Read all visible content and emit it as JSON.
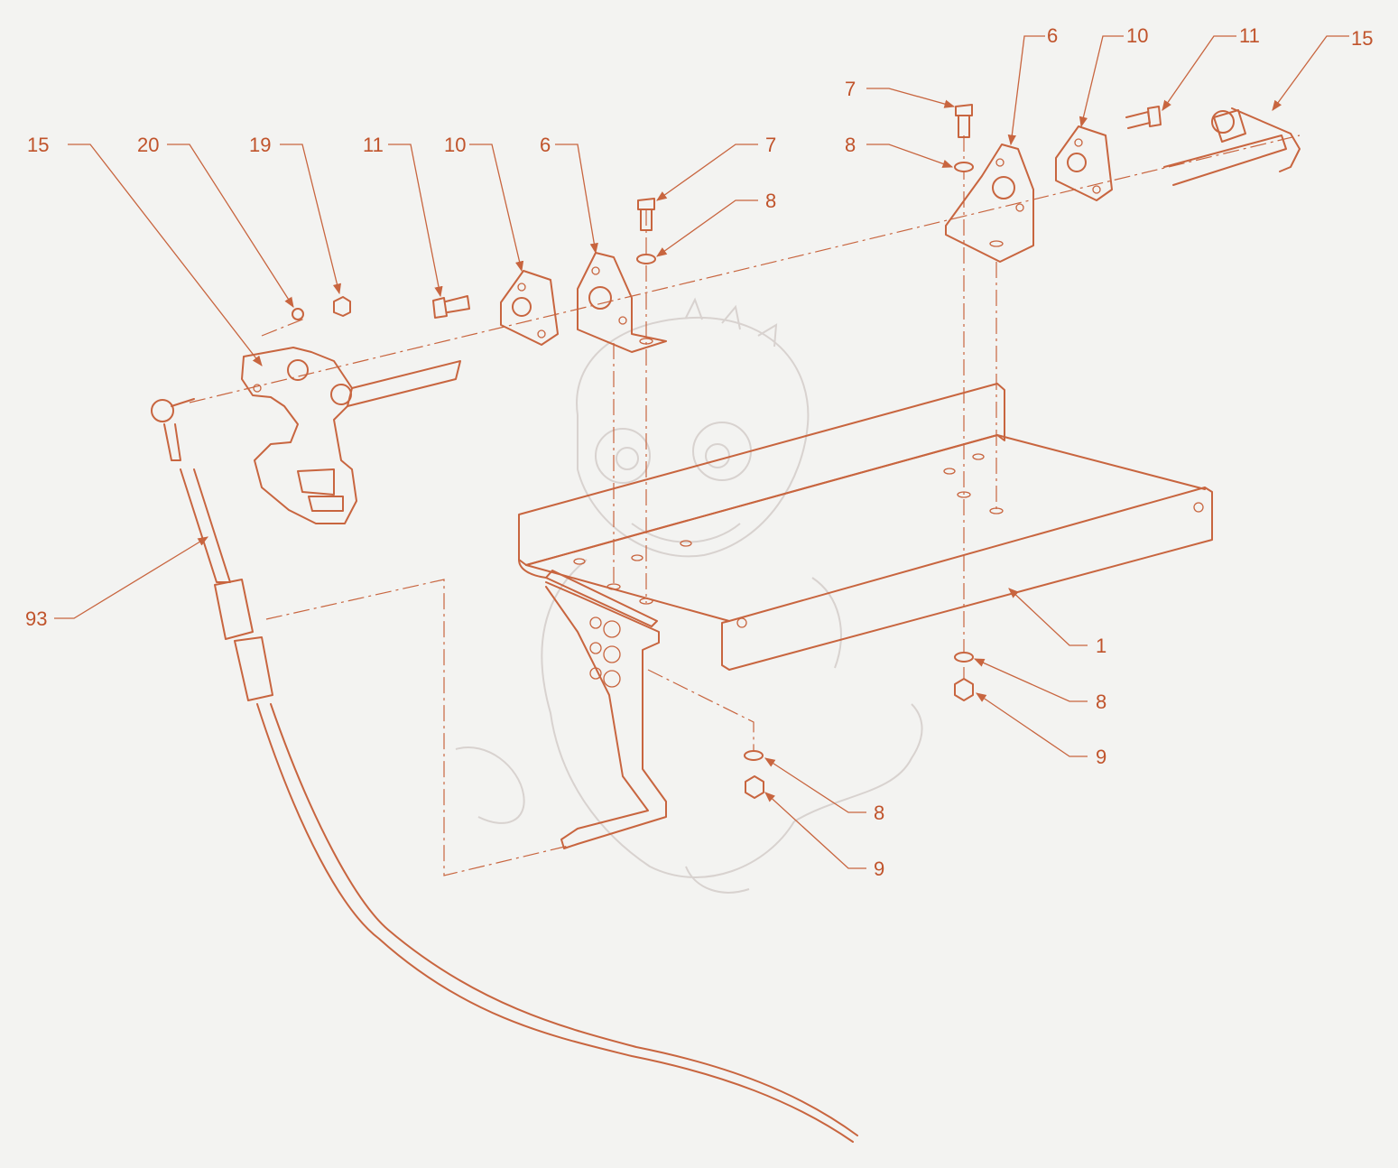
{
  "colors": {
    "background": "#f3f3f1",
    "line": "#c8653f",
    "label": "#c0532b",
    "watermark": "#d8d2cf"
  },
  "watermark": {
    "kind": "faint cartoon dragon illustration"
  },
  "callouts": [
    {
      "id": "c15-right",
      "label": "15"
    },
    {
      "id": "c11-right",
      "label": "11"
    },
    {
      "id": "c10-right",
      "label": "10"
    },
    {
      "id": "c6-right",
      "label": "6"
    },
    {
      "id": "c7-right",
      "label": "7"
    },
    {
      "id": "c8-right-top",
      "label": "8"
    },
    {
      "id": "c15-left",
      "label": "15"
    },
    {
      "id": "c20",
      "label": "20"
    },
    {
      "id": "c19",
      "label": "19"
    },
    {
      "id": "c11-left",
      "label": "11"
    },
    {
      "id": "c10-left",
      "label": "10"
    },
    {
      "id": "c6-left",
      "label": "6"
    },
    {
      "id": "c7-left",
      "label": "7"
    },
    {
      "id": "c8-left-top",
      "label": "8"
    },
    {
      "id": "c93",
      "label": "93"
    },
    {
      "id": "c1",
      "label": "1"
    },
    {
      "id": "c8-right-bottom",
      "label": "8"
    },
    {
      "id": "c9-right",
      "label": "9"
    },
    {
      "id": "c8-bottom",
      "label": "8"
    },
    {
      "id": "c9-bottom",
      "label": "9"
    }
  ]
}
